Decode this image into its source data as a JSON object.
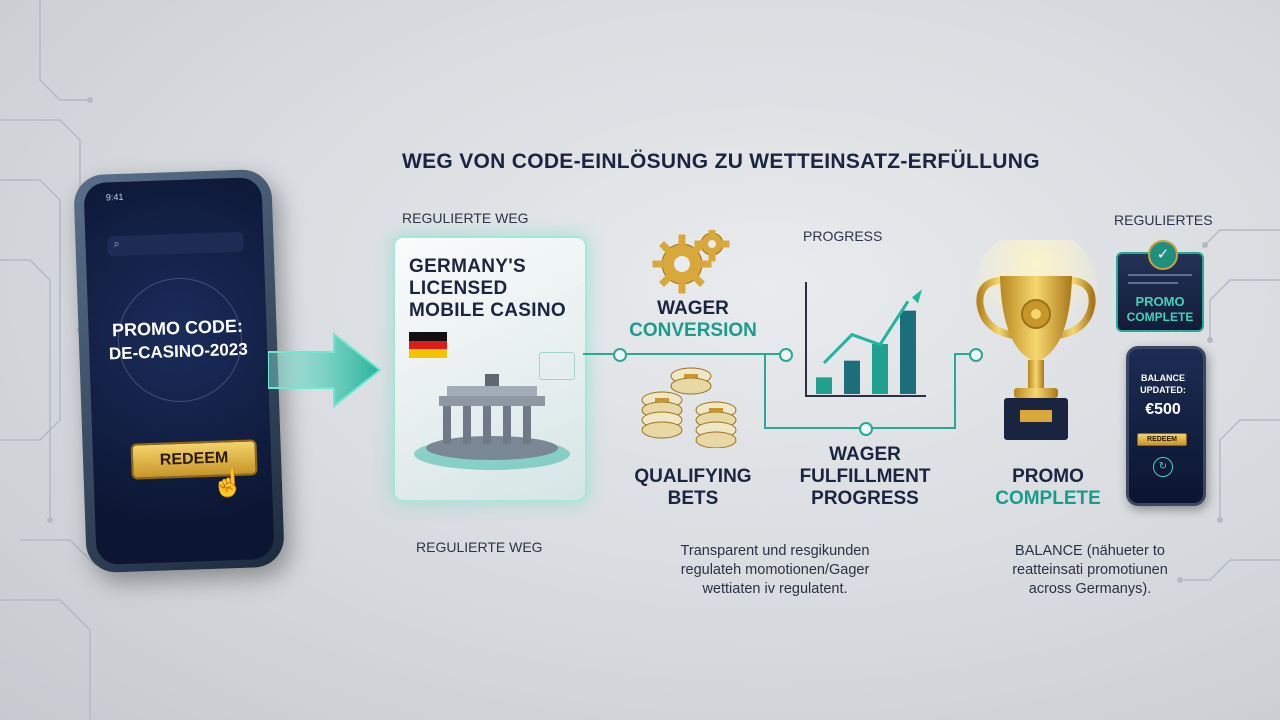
{
  "title": "WEG VON CODE-EINLÖSUNG ZU WETTEINSATZ-ERFÜLLUNG",
  "phone": {
    "status_time": "9:41",
    "promo_line1": "PROMO CODE:",
    "promo_line2": "DE-CASINO-2023",
    "redeem_label": "REDEEM"
  },
  "card": {
    "caption_top": "REGULIERTE WEG",
    "line1": "GERMANY'S",
    "line2": "LICENSED",
    "line3": "MOBILE CASINO",
    "caption_bottom": "REGULIERTE WEG"
  },
  "steps": {
    "wager_conversion_line1": "WAGER",
    "wager_conversion_line2": "CONVERSION",
    "qualifying_line1": "QUALIFYING",
    "qualifying_line2": "BETS",
    "progress_caption": "PROGRESS",
    "fulfillment_line1": "WAGER",
    "fulfillment_line2": "FULFILLMENT",
    "fulfillment_line3": "PROGRESS",
    "promo_line1": "PROMO",
    "promo_line2": "COMPLETE"
  },
  "right": {
    "caption": "REGULIERTES",
    "badge_line1": "PROMO",
    "badge_line2": "COMPLETE",
    "balance_line1": "BALANCE",
    "balance_line2": "UPDATED:",
    "balance_amount": "€500",
    "mini_button": "REDEEM"
  },
  "descriptions": {
    "middle_line1": "Transparent und resgikunden",
    "middle_line2": "regulateh momotionen/Gager",
    "middle_line3": "wettiaten iv regulatent.",
    "right_line1": "BALANCE (nähueter to",
    "right_line2": "reatteinsati promotiunen",
    "right_line3": "across Germanys)."
  },
  "chart_data": {
    "type": "bar",
    "values": [
      1,
      2,
      3,
      5
    ],
    "trend": [
      1.5,
      3.2,
      2.6,
      5.2
    ]
  },
  "colors": {
    "accent_teal": "#2aa896",
    "gold": "#d9a83a",
    "navy": "#0f1a3a"
  }
}
